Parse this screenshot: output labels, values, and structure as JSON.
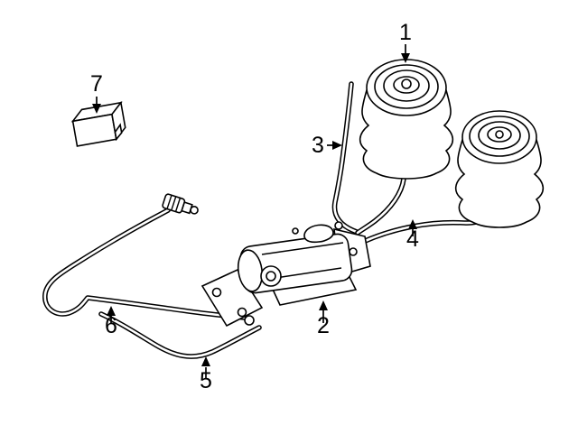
{
  "diagram": {
    "background_color": "#ffffff",
    "line_color": "#000000",
    "callouts": {
      "c1": "1",
      "c2": "2",
      "c3": "3",
      "c4": "4",
      "c5": "5",
      "c6": "6",
      "c7": "7"
    }
  }
}
